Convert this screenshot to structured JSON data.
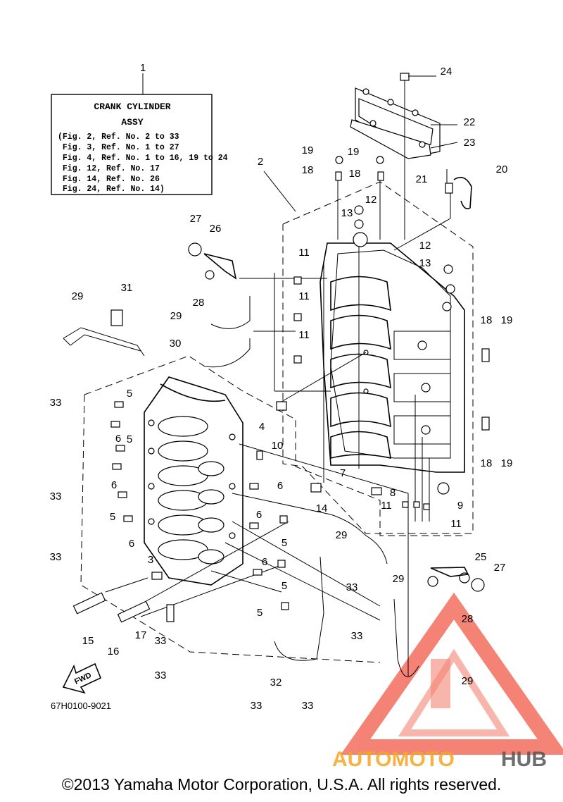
{
  "info_box": {
    "title_line1": "CRANK CYLINDER",
    "title_line2": "ASSY",
    "lines": [
      "(Fig. 2, Ref. No. 2 to 33",
      " Fig. 3, Ref. No. 1 to 27",
      " Fig. 4, Ref. No. 1 to 16, 19 to 24",
      " Fig. 12, Ref. No. 17",
      " Fig. 14, Ref. No. 26",
      " Fig. 24, Ref. No. 14)"
    ]
  },
  "callouts": {
    "c1": "1",
    "c2": "2",
    "c3": "3",
    "c4": "4",
    "c5a": "5",
    "c5b": "5",
    "c5c": "5",
    "c5d": "5",
    "c5e": "5",
    "c5f": "5",
    "c6a": "6",
    "c6b": "6",
    "c6c": "6",
    "c6d": "6",
    "c6e": "6",
    "c6f": "6",
    "c7": "7",
    "c8": "8",
    "c9": "9",
    "c10": "10",
    "c11a": "11",
    "c11b": "11",
    "c11c": "11",
    "c11d": "11",
    "c11e": "11",
    "c12a": "12",
    "c12b": "12",
    "c13a": "13",
    "c13b": "13",
    "c14": "14",
    "c15": "15",
    "c16": "16",
    "c17": "17",
    "c18a": "18",
    "c18b": "18",
    "c18c": "18",
    "c18d": "18",
    "c19a": "19",
    "c19b": "19",
    "c19c": "19",
    "c19d": "19",
    "c20": "20",
    "c21": "21",
    "c22": "22",
    "c23": "23",
    "c24": "24",
    "c25": "25",
    "c26": "26",
    "c27a": "27",
    "c27b": "27",
    "c28a": "28",
    "c28b": "28",
    "c29a": "29",
    "c29b": "29",
    "c29c": "29",
    "c29d": "29",
    "c29e": "29",
    "c30": "30",
    "c31": "31",
    "c32": "32",
    "c33a": "33",
    "c33b": "33",
    "c33c": "33",
    "c33d": "33",
    "c33e": "33",
    "c33f": "33",
    "c33g": "33",
    "c33h": "33",
    "c33i": "33"
  },
  "fwd_label": "FWD",
  "drawing_code": "67H0100-9021",
  "watermark": {
    "part1": "AUTOMOTO",
    "part2": "HUB",
    "color_primary": "#f0503c",
    "color_secondary": "#f5a623",
    "color_dark": "#555555"
  },
  "copyright": "©2013 Yamaha Motor Corporation, U.S.A. All rights reserved."
}
